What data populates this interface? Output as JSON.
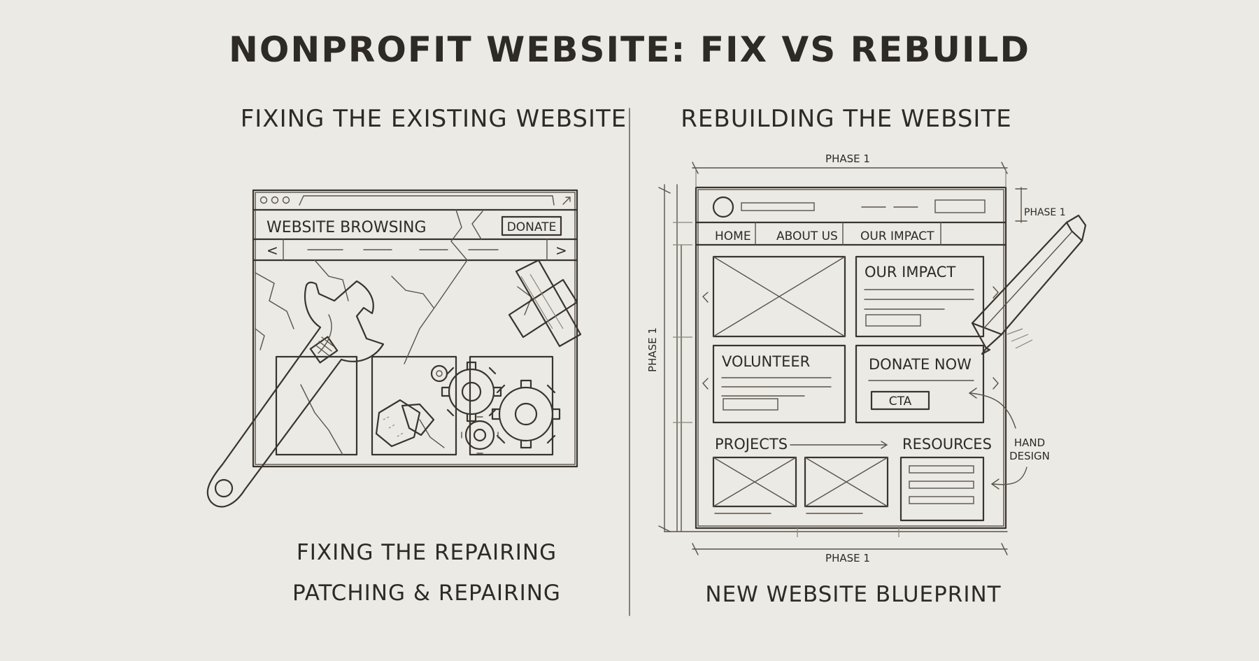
{
  "title": "NONPROFIT WEBSITE: FIX vs REBUILD",
  "left": {
    "heading": "FIXING THE EXISTING WEBSITE",
    "browser_label": "WEBSITE BROWSING",
    "donate_button": "DONATE",
    "nav_prev": "<",
    "nav_next": ">",
    "caption_line1": "FIXING THE REPAIRING",
    "caption_line2": "PATCHING & REPAIRING"
  },
  "right": {
    "heading": "REBUILDING THE WEBSITE",
    "dimension_top": "PHASE 1",
    "dimension_right": "PHASE 1",
    "dimension_left": "PHASE 1",
    "dimension_bottom": "PHASE 1",
    "nav": [
      "HOME",
      "ABOUT US",
      "OUR IMPACT"
    ],
    "cards": {
      "impact": "OUR IMPACT",
      "volunteer": "VOLUNTEER",
      "donate": "DONATE NOW",
      "cta": "CTA",
      "projects": "PROJECTS",
      "resources": "RESOURCES"
    },
    "annotation": [
      "HAND",
      "DESIGN"
    ],
    "caption": "NEW WEBSITE BLUEPRINT"
  },
  "icons": [
    "wrench-icon",
    "gear-icon",
    "tape-icon",
    "patch-icon",
    "pencil-icon"
  ]
}
